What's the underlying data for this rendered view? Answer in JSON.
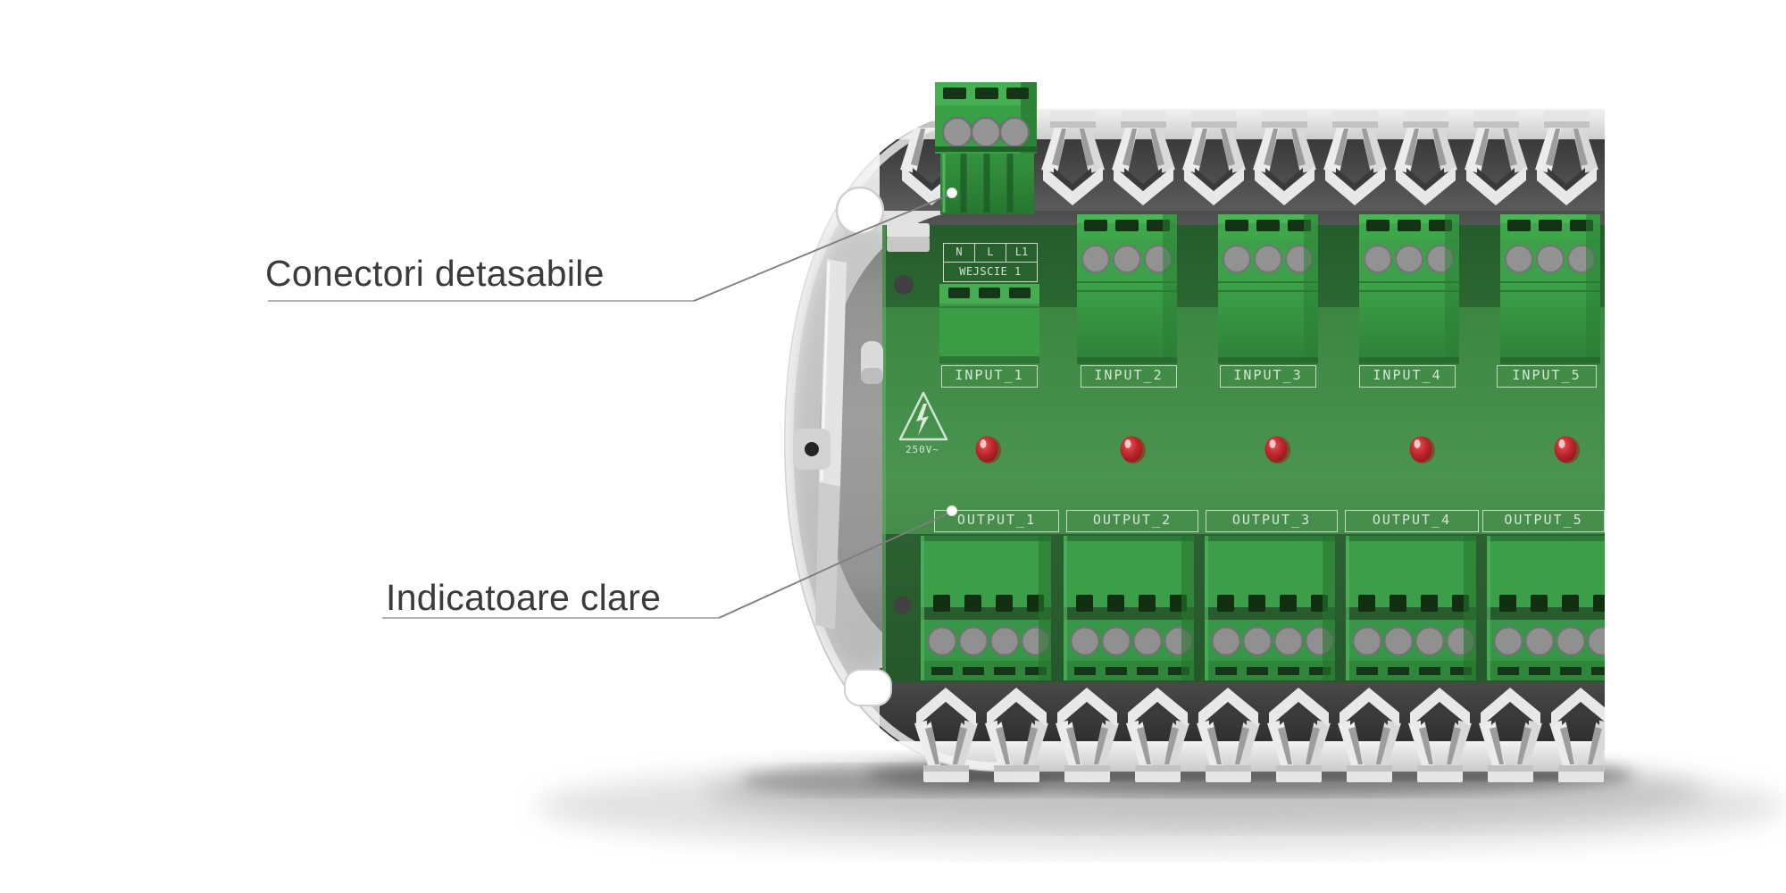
{
  "callouts": [
    {
      "text": "Conectori detasabile"
    },
    {
      "text": "Indicatoare clare"
    }
  ],
  "pcb": {
    "power_header": {
      "cells": [
        "N",
        "L",
        "L1"
      ],
      "title": "WEJSCIE 1"
    },
    "inputs": [
      "INPUT_1",
      "INPUT_2",
      "INPUT_3",
      "INPUT_4",
      "INPUT_5"
    ],
    "outputs": [
      "OUTPUT_1",
      "OUTPUT_2",
      "OUTPUT_3",
      "OUTPUT_4",
      "OUTPUT_5"
    ],
    "warning_label": "250V~",
    "led_count": 5
  },
  "colors": {
    "pcb_green": "#3f8a46",
    "terminal_green": "#3aa047",
    "led_red": "#b5222b",
    "enclosure_gray": "#c9c9c9",
    "callout_text": "#3b3b3b"
  }
}
